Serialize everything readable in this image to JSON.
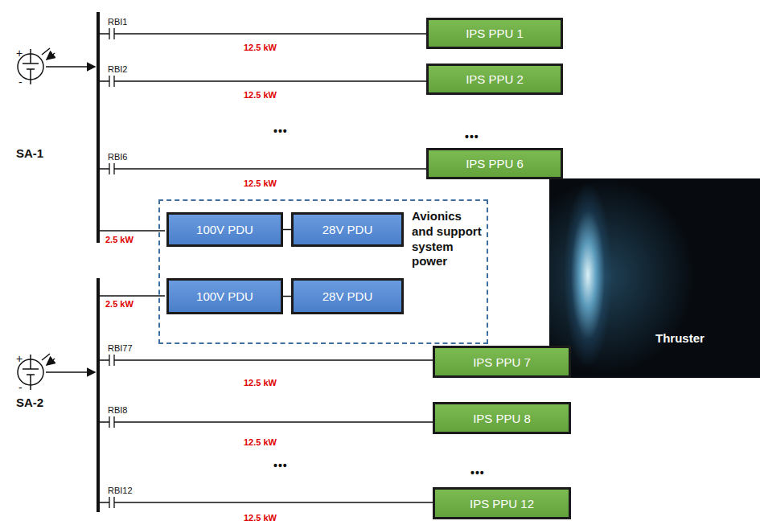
{
  "diagram": {
    "nodes": [
      {
        "text": [
          "IPS PPU 1"
        ]
      },
      {
        "text": [
          "IPS PPU 2"
        ]
      },
      {
        "text": [
          "IPS PPU 6"
        ]
      },
      {
        "text": [
          "Avionics and support system power"
        ]
      },
      {
        "text": [
          "100V PDU"
        ],
        "in": 3
      },
      {
        "text": [
          "28V PDU"
        ],
        "in": 3
      },
      {
        "text": [
          "100V PDU"
        ],
        "in": 3
      },
      {
        "text": [
          "28V PDU"
        ],
        "in": 3
      },
      {
        "text": [
          "Thruster"
        ]
      },
      {
        "text": [
          "IPS PPU 7"
        ]
      },
      {
        "text": [
          "IPS PPU 8"
        ]
      },
      {
        "text": [
          "IPS PPU 12"
        ]
      }
    ],
    "edges": [
      {
        "from": 4,
        "to": 5,
        "arrow": "none"
      },
      {
        "from": 6,
        "to": 7,
        "arrow": "none"
      }
    ],
    "labels": [
      "+",
      "-",
      "SA-1",
      "RBI1",
      "12.5 kW",
      "RBI2",
      "12.5 kW",
      "•••",
      "•••",
      "RBI6",
      "12.5 kW",
      "2.5 kW",
      "2.5 kW",
      "+",
      "-",
      "SA-2",
      "RBI77",
      "12.5 kW",
      "RBI8",
      "12.5 kW",
      "•••",
      "•••",
      "RBI12",
      "12.5 kW"
    ]
  }
}
